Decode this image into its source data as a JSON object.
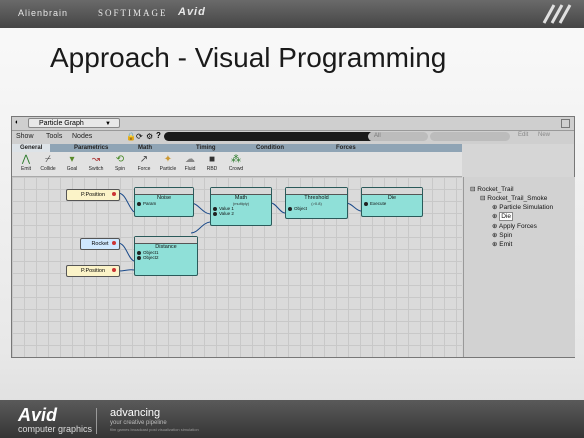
{
  "slide": {
    "title": "Approach - Visual Programming",
    "brands": [
      "Alienbrain",
      "SOFTIMAGE",
      "Avid"
    ]
  },
  "footer": {
    "logo": "Avid",
    "division": "computer graphics",
    "tagline": "advancing",
    "sub": "your creative pipeline",
    "sub2": "film games broadcast post visualization simulation"
  },
  "window": {
    "title": "Particle Graph",
    "menu": [
      "Show",
      "Tools",
      "Nodes"
    ],
    "filter_value": "All",
    "buttons": [
      "Edit",
      "New"
    ],
    "tabs": [
      "General",
      "Parametrics",
      "Math",
      "Timing",
      "Condition",
      "Forces"
    ],
    "active_tab": "General",
    "tools": [
      {
        "label": "Emit",
        "icon": "emit-icon"
      },
      {
        "label": "Collide",
        "icon": "collide-icon"
      },
      {
        "label": "Goal",
        "icon": "goal-icon"
      },
      {
        "label": "Switch",
        "icon": "switch-icon"
      },
      {
        "label": "Spin",
        "icon": "spin-icon"
      },
      {
        "label": "Force",
        "icon": "force-icon"
      },
      {
        "label": "Particle",
        "icon": "particle-icon"
      },
      {
        "label": "Fluid",
        "icon": "fluid-icon"
      },
      {
        "label": "RBD",
        "icon": "rbd-icon"
      },
      {
        "label": "Crowd",
        "icon": "crowd-icon"
      }
    ]
  },
  "graph": {
    "inputs": {
      "ppos1": "P.Position",
      "rocket": "Rocket",
      "ppos2": "P.Position"
    },
    "nodes": {
      "noise": {
        "title": "Noise",
        "ports": [
          "Param"
        ]
      },
      "math": {
        "title": "Math",
        "subtitle": "(multiply)",
        "ports": [
          "Value 1",
          "Value 2"
        ]
      },
      "threshold": {
        "title": "Threshold",
        "subtitle": "(>0.8)",
        "ports": [
          "Object"
        ]
      },
      "die": {
        "title": "Die",
        "ports": [
          "Execute"
        ]
      },
      "distance": {
        "title": "Distance",
        "ports": [
          "Object1",
          "Object2"
        ]
      }
    }
  },
  "tree": {
    "root": "Rocket_Trail",
    "child": "Rocket_Trail_Smoke",
    "items": [
      "Particle Simulation",
      "Die",
      "Apply Forces",
      "Spin",
      "Emit"
    ]
  }
}
